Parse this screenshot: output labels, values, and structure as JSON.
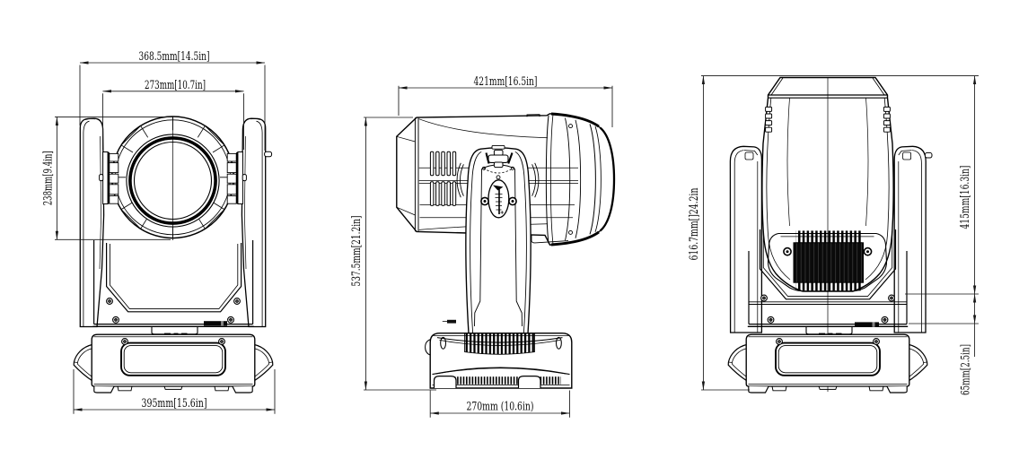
{
  "page": {
    "background": "#ffffff",
    "ink": "#000000",
    "kind": "technical dimension drawing",
    "subject": "moving head beam light - front, side and rear orthographic views"
  },
  "views": {
    "front": {
      "name": "front view",
      "dims": {
        "yoke_width": {
          "label": "368.5mm[14.5in]"
        },
        "head_width": {
          "label": "273mm[10.7in]"
        },
        "head_height": {
          "label": "238mm[9.4in]"
        },
        "base_width": {
          "label": "395mm[15.6in]"
        }
      }
    },
    "side": {
      "name": "side view",
      "dims": {
        "head_depth": {
          "label": "421mm[16.5in]"
        },
        "body_height": {
          "label": "537.5mm[21.2in]"
        },
        "base_depth": {
          "label": "270mm (10.6in)"
        }
      }
    },
    "back": {
      "name": "rear view",
      "dims": {
        "total_height": {
          "label": "616.7mm[]24.2in"
        },
        "upper_height": {
          "label": "415mm[16.3in]"
        },
        "lower_height": {
          "label": "65mm[2.5in]"
        }
      }
    }
  }
}
